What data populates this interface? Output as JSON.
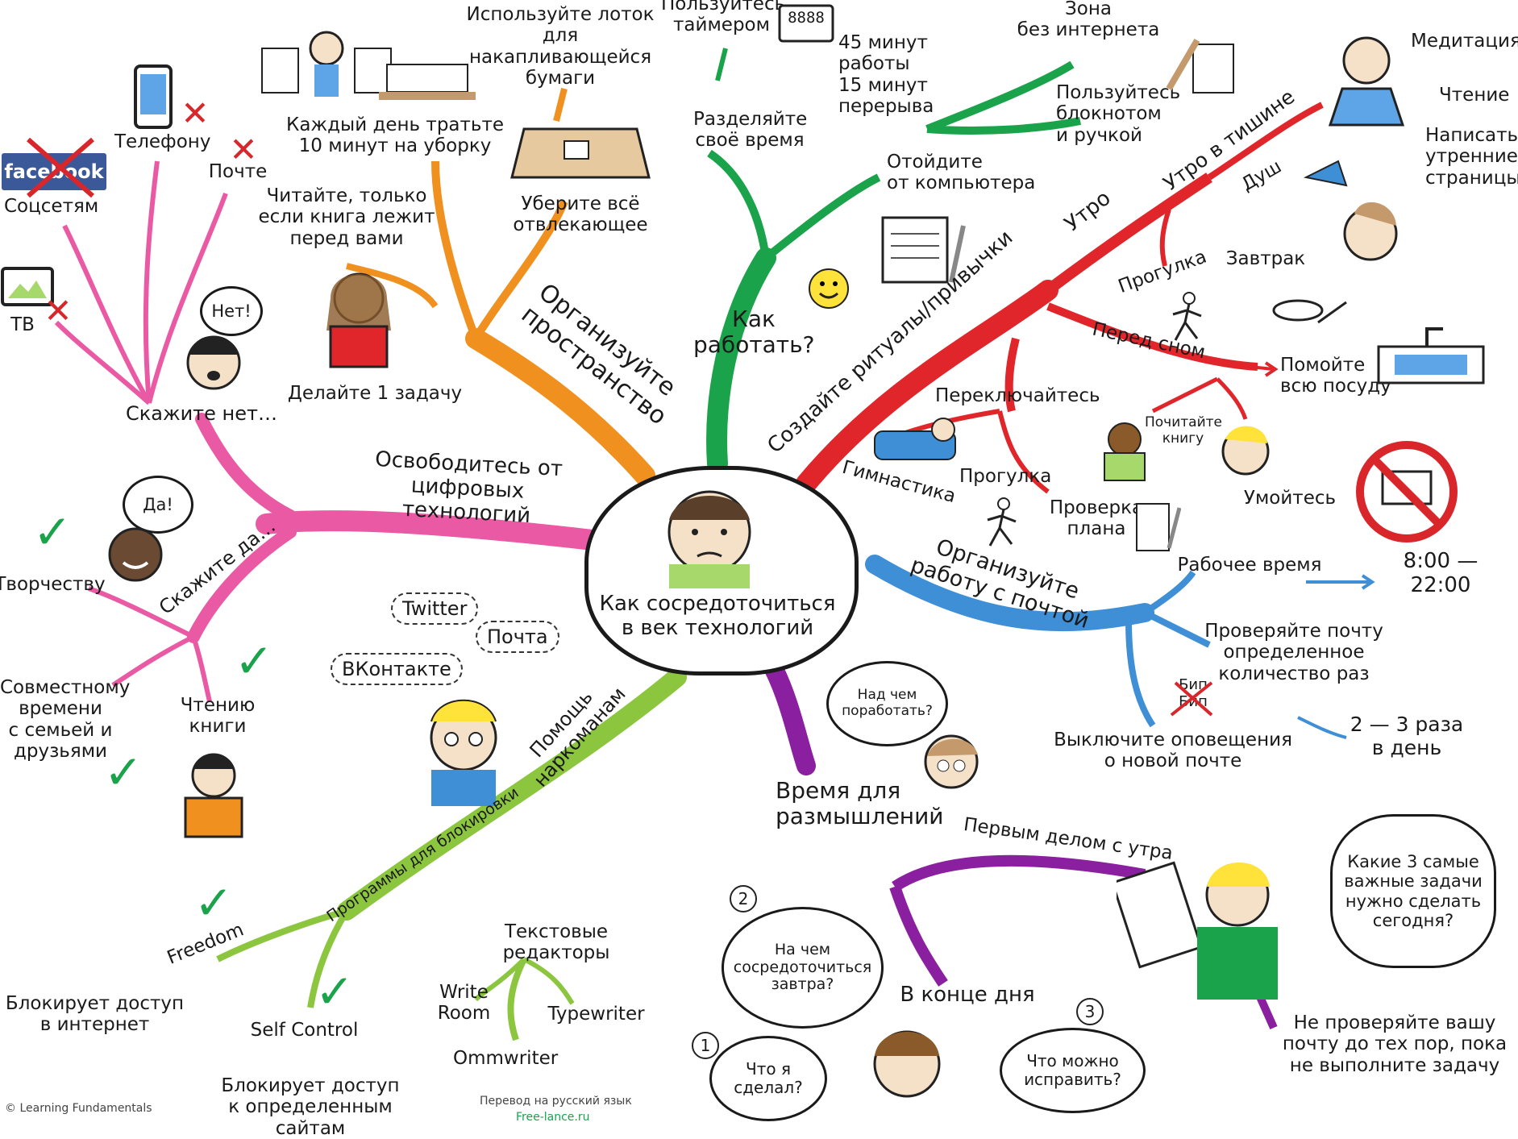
{
  "center": {
    "title": "Как сосредоточиться\nв век технологий"
  },
  "colors": {
    "pink": "#ea5aa4",
    "orange": "#f0901e",
    "green": "#1aa34a",
    "red": "#e0262b",
    "blue": "#3f8fd6",
    "purple": "#8a1fa0",
    "lime": "#8cc63f"
  },
  "branches": {
    "digital": {
      "label": "Освободитесь от\nцифровых технологий",
      "say_no": "Скажите нет…",
      "no_bubble": "Нет!",
      "no_items": [
        "Телефону",
        "Почте",
        "Соцсетям",
        "ТВ"
      ],
      "facebook_logo": "facebook",
      "say_yes": "Скажите да…",
      "yes_bubble": "Да!",
      "yes_items": [
        "Творчеству",
        "Совместному\nвремени\nс семьей и\nдрузьями",
        "Чтению\nкниги"
      ]
    },
    "space": {
      "label": "Организуйте\nпространство",
      "items": [
        "Используйте лоток\nдля накапливающейся\nбумаги",
        "Каждый день тратьте\n10 минут на уборку",
        "Читайте, только\nесли книга лежит\nперед вами",
        "Уберите всё\nотвлекающее",
        "Делайте 1 задачу"
      ]
    },
    "work": {
      "label": "Как\nработать?",
      "items": [
        "Пользуйтесь\nтаймером",
        "45 минут\nработы\n15 минут\nперерыва",
        "Разделяйте\nсвоё время",
        "Зона\nбез интернета",
        "Пользуйтесь\nблокнотом\nи ручкой",
        "Отойдите\nот компьютера"
      ],
      "timer_display": "8888"
    },
    "rituals": {
      "label": "Создайте ритуалы/привычки",
      "morning": "Утро",
      "morning_quiet": "Утро в тишине",
      "quiet_items": [
        "Медитация",
        "Чтение",
        "Написать\nутренние\nстраницы"
      ],
      "morning_items": [
        "Душ",
        "Завтрак",
        "Прогулка"
      ],
      "before_sleep": "Перед сном",
      "sleep_items": [
        "Помойте\nвсю посуду",
        "Почитайте\nкнигу",
        "Умойтесь"
      ],
      "switch": "Переключайтесь",
      "switch_items": [
        "Гимнастика",
        "Прогулка",
        "Проверка\nплана"
      ]
    },
    "email": {
      "label": "Организуйте\nработу с почтой",
      "work_time": "Рабочее время",
      "time_range": "8:00 — 22:00",
      "check": "Проверяйте почту\nопределенное\nколичество раз",
      "check_freq": "2 — 3 раза\nв день",
      "notify": "Выключите оповещения\nо новой почте",
      "beep": "Бип\nБип"
    },
    "reflect": {
      "label": "Время для\nразмышлений",
      "think_bubble": "Над чем\nпоработать?",
      "first_thing": "Первым делом с утра",
      "top3": "Какие 3 самые\nважные задачи\nнужно сделать\nсегодня?",
      "no_mail": "Не проверяйте вашу\nпочту до тех пор, пока\nне выполните задачу",
      "end_of_day": "В конце дня",
      "q1_num": "1",
      "q1": "Что я\nсделал?",
      "q2_num": "2",
      "q2": "На чем\nсосредоточиться\nзавтра?",
      "q3_num": "3",
      "q3": "Что можно\nисправить?"
    },
    "addict": {
      "label": "Помощь\nнаркоманам",
      "clouds": [
        "Twitter",
        "Почта",
        "ВКонтакте"
      ],
      "block": "Программы для блокировки",
      "freedom": "Freedom",
      "freedom_desc": "Блокирует доступ\nв интернет",
      "selfcontrol": "Self Control",
      "selfcontrol_desc": "Блокирует доступ\nк определенным сайтам",
      "editors": "Текстовые редакторы",
      "editor_items": [
        "Write\nRoom",
        "Typewriter",
        "Ommwriter"
      ]
    }
  },
  "credits": {
    "left": "© Learning Fundamentals",
    "right": "Перевод на русский язык",
    "right_site": "Free-lance.ru"
  },
  "icon_names": {
    "x": "✕",
    "check": "✓",
    "smiley": "☺"
  }
}
